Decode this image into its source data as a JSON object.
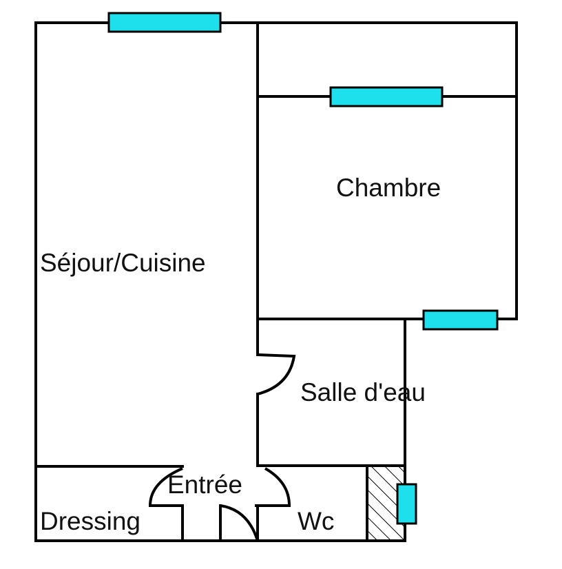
{
  "rooms": {
    "sejour_cuisine": "Séjour/Cuisine",
    "chambre": "Chambre",
    "salle_deau": "Salle d'eau",
    "entree": "Entrée",
    "dressing": "Dressing",
    "wc": "Wc"
  },
  "colors": {
    "walls": "#000000",
    "windows": "#1ee0ec",
    "background": "#ffffff"
  }
}
